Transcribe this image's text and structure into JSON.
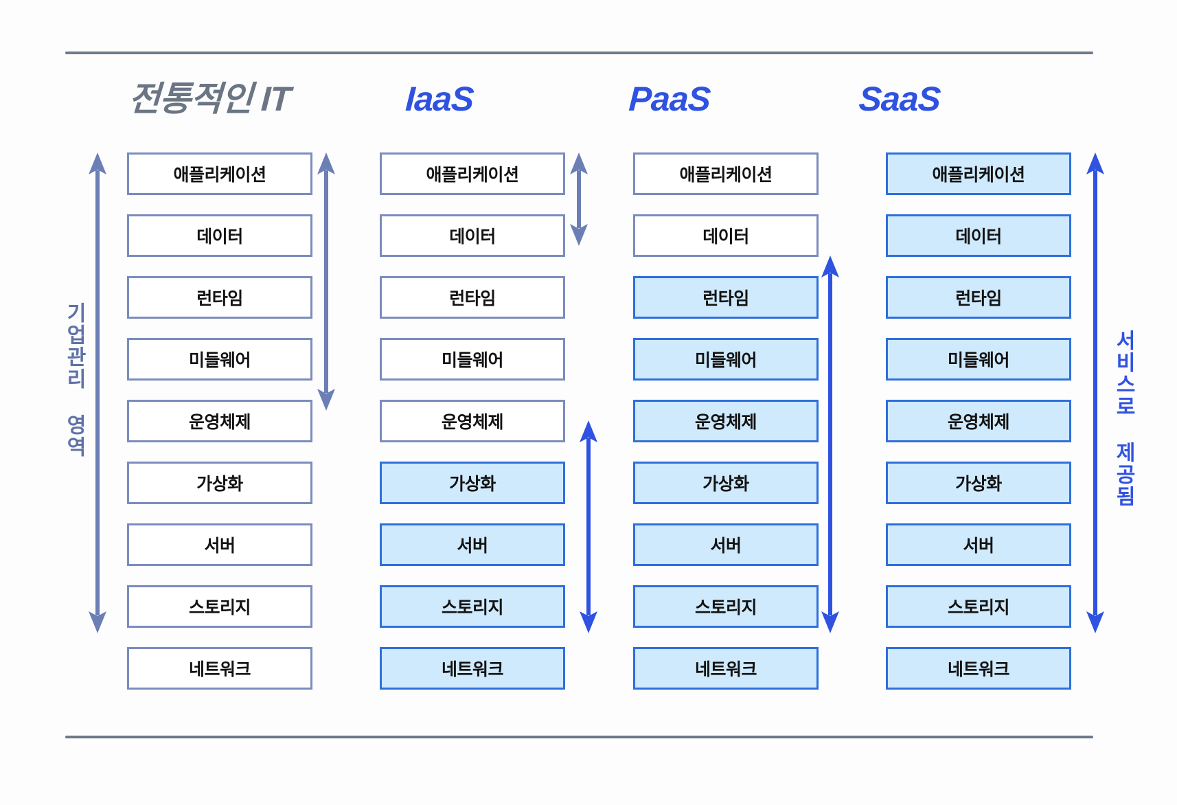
{
  "diagram": {
    "title_row": {
      "columns": [
        {
          "id": "traditional",
          "label": "전통적인 IT",
          "style": "gray"
        },
        {
          "id": "iaas",
          "label": "IaaS",
          "style": "blue"
        },
        {
          "id": "paas",
          "label": "PaaS",
          "style": "blue"
        },
        {
          "id": "saas",
          "label": "SaaS",
          "style": "blue"
        }
      ]
    },
    "layers": [
      "애플리케이션",
      "데이터",
      "런타임",
      "미들웨어",
      "운영체제",
      "가상화",
      "서버",
      "스토리지",
      "네트워크"
    ],
    "columns": {
      "traditional": {
        "title": "전통적인 IT",
        "cells": [
          {
            "label": "애플리케이션",
            "managed_by": "customer"
          },
          {
            "label": "데이터",
            "managed_by": "customer"
          },
          {
            "label": "런타임",
            "managed_by": "customer"
          },
          {
            "label": "미들웨어",
            "managed_by": "customer"
          },
          {
            "label": "운영체제",
            "managed_by": "customer"
          },
          {
            "label": "가상화",
            "managed_by": "customer"
          },
          {
            "label": "서버",
            "managed_by": "customer"
          },
          {
            "label": "스토리지",
            "managed_by": "customer"
          },
          {
            "label": "네트워크",
            "managed_by": "customer"
          }
        ]
      },
      "iaas": {
        "title": "IaaS",
        "cells": [
          {
            "label": "애플리케이션",
            "managed_by": "customer"
          },
          {
            "label": "데이터",
            "managed_by": "customer"
          },
          {
            "label": "런타임",
            "managed_by": "customer"
          },
          {
            "label": "미들웨어",
            "managed_by": "customer"
          },
          {
            "label": "운영체제",
            "managed_by": "customer"
          },
          {
            "label": "가상화",
            "managed_by": "provider"
          },
          {
            "label": "서버",
            "managed_by": "provider"
          },
          {
            "label": "스토리지",
            "managed_by": "provider"
          },
          {
            "label": "네트워크",
            "managed_by": "provider"
          }
        ]
      },
      "paas": {
        "title": "PaaS",
        "cells": [
          {
            "label": "애플리케이션",
            "managed_by": "customer"
          },
          {
            "label": "데이터",
            "managed_by": "customer"
          },
          {
            "label": "런타임",
            "managed_by": "provider"
          },
          {
            "label": "미들웨어",
            "managed_by": "provider"
          },
          {
            "label": "운영체제",
            "managed_by": "provider"
          },
          {
            "label": "가상화",
            "managed_by": "provider"
          },
          {
            "label": "서버",
            "managed_by": "provider"
          },
          {
            "label": "스토리지",
            "managed_by": "provider"
          },
          {
            "label": "네트워크",
            "managed_by": "provider"
          }
        ]
      },
      "saas": {
        "title": "SaaS",
        "cells": [
          {
            "label": "애플리케이션",
            "managed_by": "provider"
          },
          {
            "label": "데이터",
            "managed_by": "provider"
          },
          {
            "label": "런타임",
            "managed_by": "provider"
          },
          {
            "label": "미들웨어",
            "managed_by": "provider"
          },
          {
            "label": "운영체제",
            "managed_by": "provider"
          },
          {
            "label": "가상화",
            "managed_by": "provider"
          },
          {
            "label": "서버",
            "managed_by": "provider"
          },
          {
            "label": "스토리지",
            "managed_by": "provider"
          },
          {
            "label": "네트워크",
            "managed_by": "provider"
          }
        ]
      }
    },
    "annotations": {
      "left_label": "기업관리 영역",
      "right_label": "서비스로 제공됨"
    },
    "colors": {
      "customer_border": "#7b8cbd",
      "customer_fill": "#ffffff",
      "provider_border": "#2f6fdb",
      "provider_fill": "#cfeafd",
      "arrow_gray": "#6b7fb5",
      "arrow_blue": "#2f52e0",
      "title_gray": "#6b7583",
      "title_blue": "#2f52e0",
      "rule": "#6e7a88"
    }
  }
}
